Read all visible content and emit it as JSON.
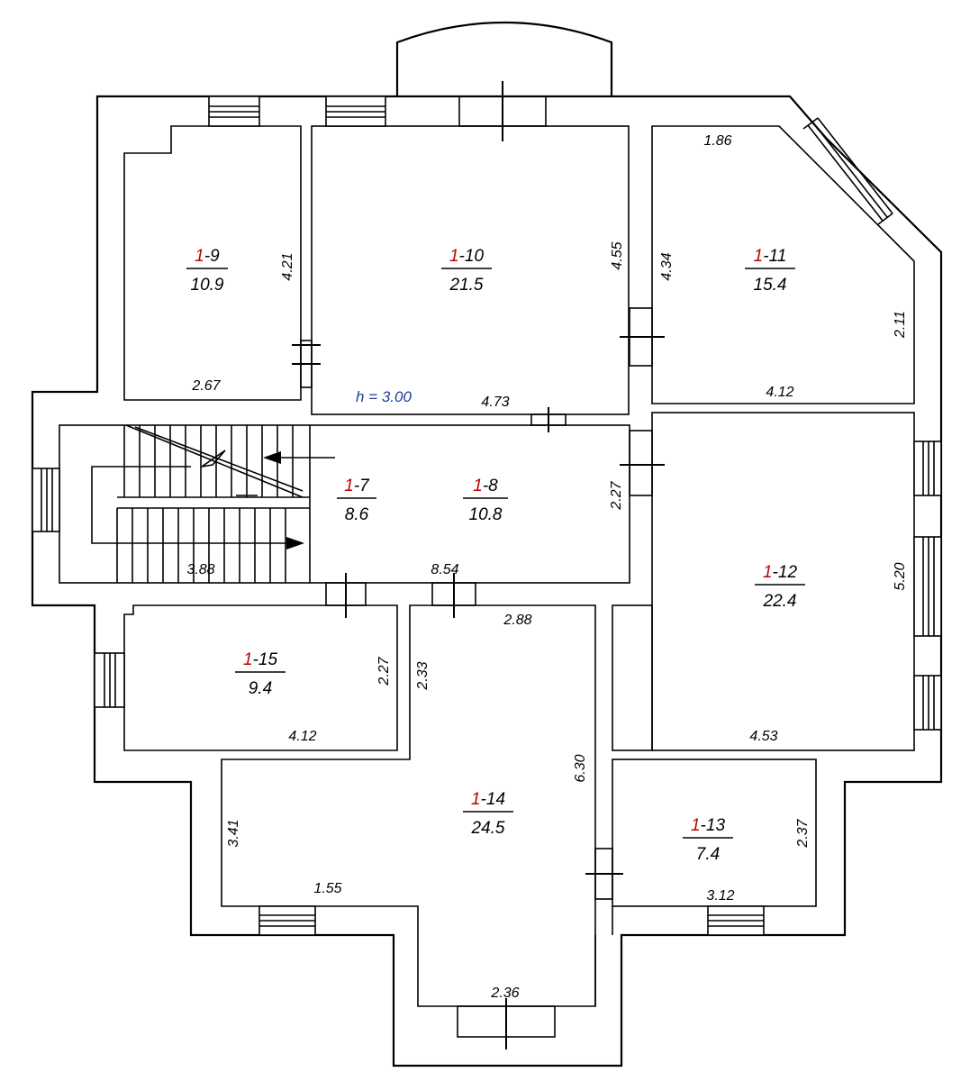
{
  "colors": {
    "line": "#000000",
    "floor_prefix": "#c00000",
    "height_note": "#1f3c99"
  },
  "height_note": "h = 3.00",
  "rooms": [
    {
      "id": "1-9",
      "floor": "1",
      "number": "-9",
      "area": "10.9"
    },
    {
      "id": "1-10",
      "floor": "1",
      "number": "-10",
      "area": "21.5"
    },
    {
      "id": "1-11",
      "floor": "1",
      "number": "-11",
      "area": "15.4"
    },
    {
      "id": "1-7",
      "floor": "1",
      "number": "-7",
      "area": "8.6"
    },
    {
      "id": "1-8",
      "floor": "1",
      "number": "-8",
      "area": "10.8"
    },
    {
      "id": "1-12",
      "floor": "1",
      "number": "-12",
      "area": "22.4"
    },
    {
      "id": "1-15",
      "floor": "1",
      "number": "-15",
      "area": "9.4"
    },
    {
      "id": "1-14",
      "floor": "1",
      "number": "-14",
      "area": "24.5"
    },
    {
      "id": "1-13",
      "floor": "1",
      "number": "-13",
      "area": "7.4"
    }
  ],
  "dimensions": [
    {
      "room": "1-9",
      "value": "4.21"
    },
    {
      "room": "1-9",
      "value": "2.67"
    },
    {
      "room": "1-10",
      "value": "4.55"
    },
    {
      "room": "1-10",
      "value": "4.73"
    },
    {
      "room": "1-11",
      "value": "1.86"
    },
    {
      "room": "1-11",
      "value": "4.34"
    },
    {
      "room": "1-11",
      "value": "2.11"
    },
    {
      "room": "1-11",
      "value": "4.12"
    },
    {
      "room": "1-8",
      "value": "2.27"
    },
    {
      "room": "1-7",
      "value": "3.88"
    },
    {
      "room": "1-8",
      "value": "8.54"
    },
    {
      "room": "1-12",
      "value": "5.20"
    },
    {
      "room": "1-12",
      "value": "4.53"
    },
    {
      "room": "1-15",
      "value": "2.27"
    },
    {
      "room": "1-15",
      "value": "4.12"
    },
    {
      "room": "1-14",
      "value": "2.33"
    },
    {
      "room": "1-14",
      "value": "2.88"
    },
    {
      "room": "1-14",
      "value": "6.30"
    },
    {
      "room": "1-14",
      "value": "3.41"
    },
    {
      "room": "1-14",
      "value": "1.55"
    },
    {
      "room": "1-14",
      "value": "2.36"
    },
    {
      "room": "1-13",
      "value": "2.37"
    },
    {
      "room": "1-13",
      "value": "3.12"
    }
  ]
}
